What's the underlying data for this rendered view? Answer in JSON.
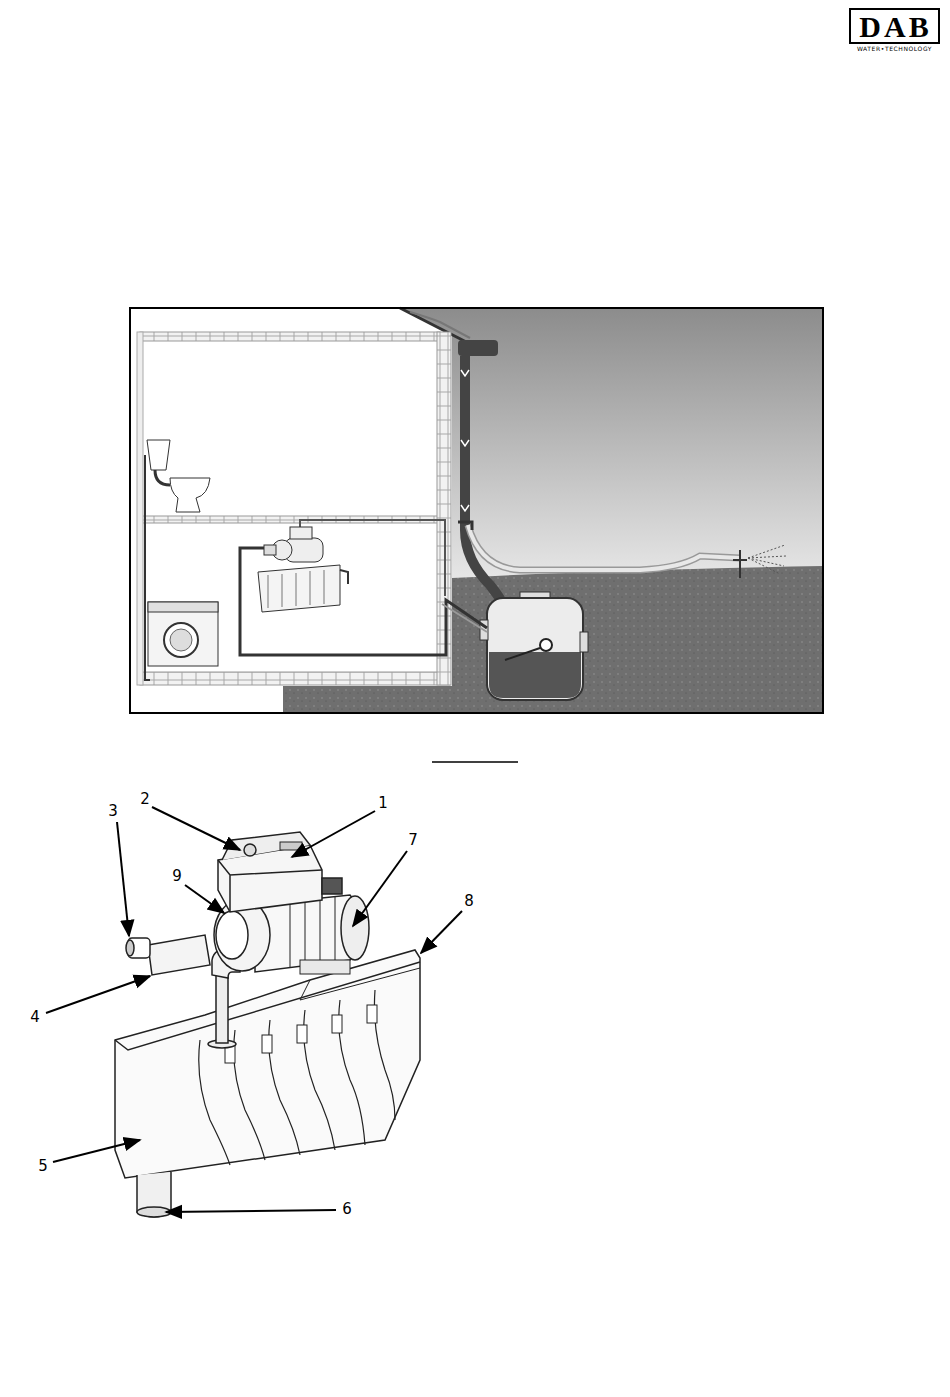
{
  "diagram": {
    "nodes": [
      {
        "text": [
          "DAB",
          "WATER•TECHNOLOGY"
        ]
      }
    ],
    "labels": [
      "2",
      "1",
      "3",
      "7",
      "9",
      "8",
      "4",
      "5",
      "6"
    ]
  }
}
